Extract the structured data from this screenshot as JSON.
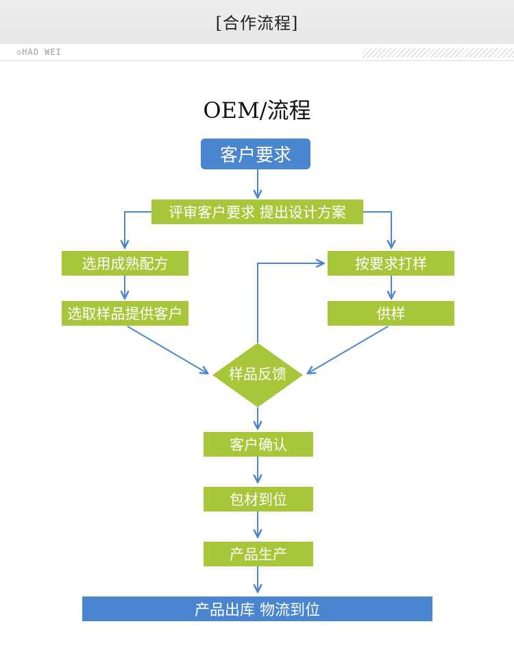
{
  "header": {
    "title": "[合作流程]",
    "brand": "◇HAO  WEI"
  },
  "title": "OEM/流程",
  "nodes": {
    "start": "客户要求",
    "review": "评审客户要求  提出设计方案",
    "select_formula": "选用成熟配方",
    "sample_provide": "选取样品提供客户",
    "proof": "按要求打样",
    "supply": "供样",
    "feedback": "样品反馈",
    "confirm": "客户确认",
    "packaging": "包材到位",
    "production": "产品生产",
    "delivery": "产品出库  物流到位"
  },
  "colors": {
    "green": "#a8c63a",
    "blue": "#4a86cf",
    "arrow": "#4a86cf"
  }
}
